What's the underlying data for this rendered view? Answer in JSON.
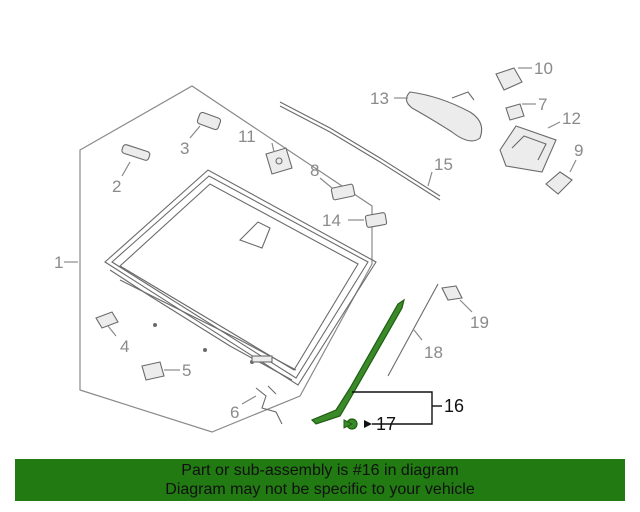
{
  "callouts": {
    "c1": "1",
    "c2": "2",
    "c3": "3",
    "c4": "4",
    "c5": "5",
    "c6": "6",
    "c7": "7",
    "c8": "8",
    "c9": "9",
    "c10": "10",
    "c11": "11",
    "c12": "12",
    "c13": "13",
    "c14": "14",
    "c15": "15",
    "c16": "16",
    "c17": "17",
    "c18": "18",
    "c19": "19"
  },
  "banner": {
    "line1": "Part or sub-assembly is #16 in diagram",
    "line2": "Diagram may not be specific to your vehicle"
  },
  "colors": {
    "highlight": "#217a12",
    "banner_bg": "#217a12",
    "part_stroke": "#6a6a6a",
    "callout_text": "#8a8a8a"
  }
}
